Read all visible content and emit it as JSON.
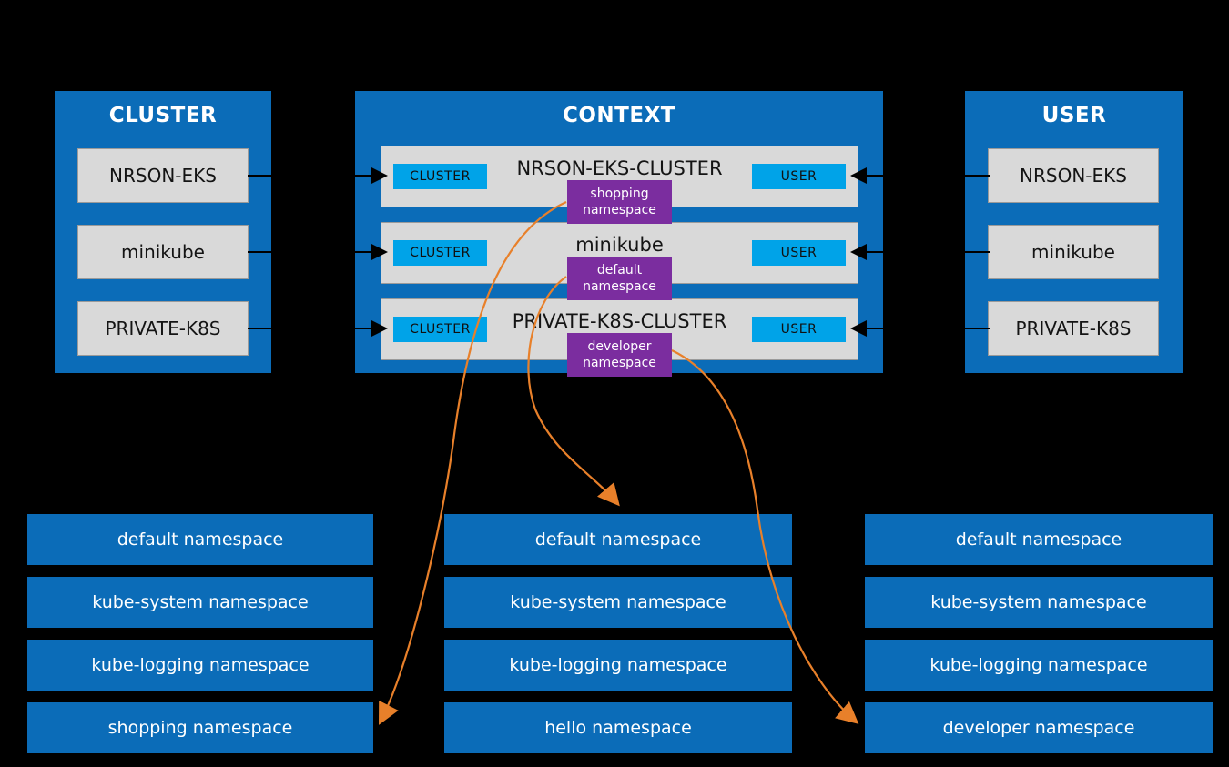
{
  "panels": {
    "cluster": {
      "title": "CLUSTER",
      "items": [
        {
          "label": "NRSON-EKS"
        },
        {
          "label": "minikube"
        },
        {
          "label": "PRIVATE-K8S"
        }
      ]
    },
    "context": {
      "title": "CONTEXT",
      "rows": [
        {
          "title": "NRSON-EKS-CLUSTER",
          "cluster_badge": "CLUSTER",
          "user_badge": "USER",
          "namespace_line1": "shopping",
          "namespace_line2": "namespace"
        },
        {
          "title": "minikube",
          "cluster_badge": "CLUSTER",
          "user_badge": "USER",
          "namespace_line1": "default",
          "namespace_line2": "namespace"
        },
        {
          "title": "PRIVATE-K8S-CLUSTER",
          "cluster_badge": "CLUSTER",
          "user_badge": "USER",
          "namespace_line1": "developer",
          "namespace_line2": "namespace"
        }
      ]
    },
    "user": {
      "title": "USER",
      "items": [
        {
          "label": "NRSON-EKS"
        },
        {
          "label": "minikube"
        },
        {
          "label": "PRIVATE-K8S"
        }
      ]
    }
  },
  "namespace_columns": [
    {
      "column": "left",
      "items": [
        {
          "label": "default namespace"
        },
        {
          "label": "kube-system namespace"
        },
        {
          "label": "kube-logging namespace"
        },
        {
          "label": "shopping namespace"
        }
      ]
    },
    {
      "column": "middle",
      "items": [
        {
          "label": "default namespace"
        },
        {
          "label": "kube-system namespace"
        },
        {
          "label": "kube-logging namespace"
        },
        {
          "label": "hello namespace"
        }
      ]
    },
    {
      "column": "right",
      "items": [
        {
          "label": "default namespace"
        },
        {
          "label": "kube-system namespace"
        },
        {
          "label": "kube-logging namespace"
        },
        {
          "label": "developer namespace"
        }
      ]
    }
  ],
  "colors": {
    "panel_blue": "#0B6CB8",
    "badge_blue": "#00A3E8",
    "namespace_purple": "#7B2D9F",
    "box_gray": "#d9d9d9",
    "connector_black": "#000000",
    "connector_orange": "#E8802A",
    "background": "#000000",
    "text_light": "#ffffff",
    "text_dark": "#141414"
  },
  "connectors": {
    "cluster_links": [
      {
        "from": "cluster.NRSON-EKS",
        "to": "context.row1.CLUSTER"
      },
      {
        "from": "cluster.minikube",
        "to": "context.row2.CLUSTER"
      },
      {
        "from": "cluster.PRIVATE-K8S",
        "to": "context.row3.CLUSTER"
      }
    ],
    "user_links": [
      {
        "from": "user.NRSON-EKS",
        "to": "context.row1.USER"
      },
      {
        "from": "user.minikube",
        "to": "context.row2.USER"
      },
      {
        "from": "user.PRIVATE-K8S",
        "to": "context.row3.USER"
      }
    ],
    "namespace_links": [
      {
        "from": "context.row1.shopping namespace",
        "to": "left.shopping namespace"
      },
      {
        "from": "context.row2.default namespace",
        "to": "middle.default namespace"
      },
      {
        "from": "context.row3.developer namespace",
        "to": "right.developer namespace"
      }
    ]
  }
}
